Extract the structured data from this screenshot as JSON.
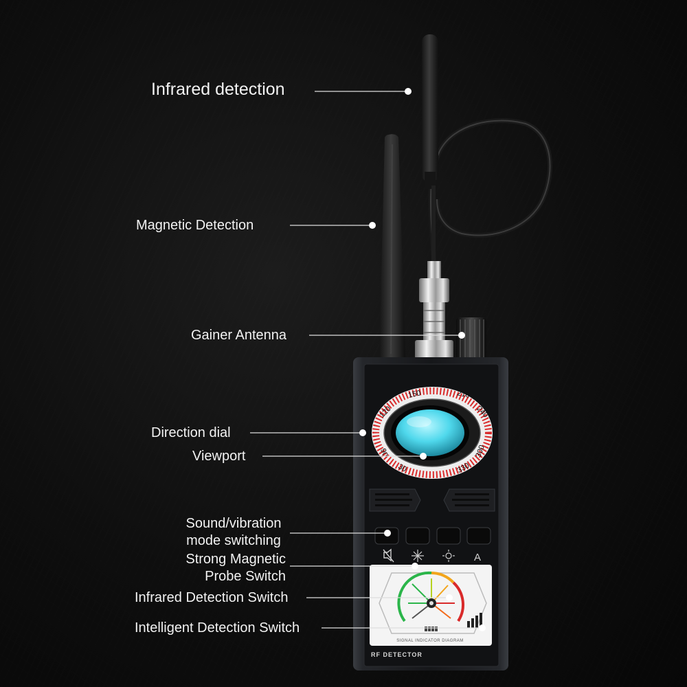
{
  "callouts": {
    "infrared_detection": "Infrared detection",
    "magnetic_detection": "Magnetic Detection",
    "gainer_antenna": "Gainer Antenna",
    "direction_dial": "Direction dial",
    "viewport": "Viewport",
    "sound_vibration_line1": "Sound/vibration",
    "sound_vibration_line2": "mode switching",
    "strong_magnetic_line1": "Strong Magnetic",
    "strong_magnetic_line2": "Probe Switch",
    "infrared_switch": "Infrared Detection Switch",
    "intelligent_switch": "Intelligent Detection Switch"
  },
  "device": {
    "dial_numbers": [
      "150",
      "210",
      "120",
      "240",
      "90",
      "300",
      "30",
      "330"
    ],
    "button_icons": [
      "mute-icon",
      "magnet-probe-icon",
      "infrared-icon",
      "auto-icon"
    ],
    "auto_button_glyph": "A",
    "screen_caption": "SIGNAL INDICATOR DIAGRAM",
    "brand_label": "RF DETECTOR",
    "lens_color": "#4fd8ec",
    "dial_tick_color": "#d92a2a"
  }
}
